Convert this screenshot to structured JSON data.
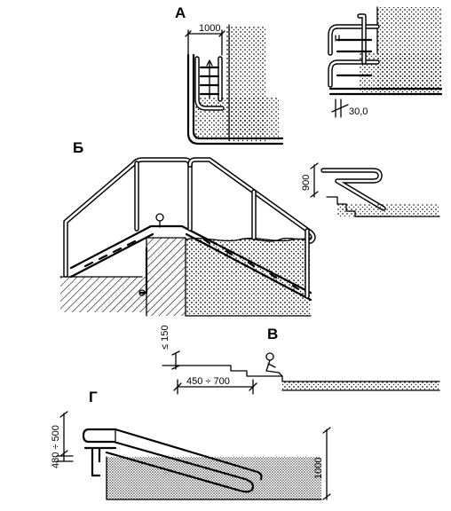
{
  "labels": {
    "section_a": "А",
    "section_b": "Б",
    "section_v": "В",
    "section_g": "Г"
  },
  "dimensions": {
    "a_width": "1000",
    "a_angle": "30,0",
    "b_height": "900",
    "v_step": "≤ 150",
    "v_range": "450 ÷ 700",
    "g_height": "480 ÷ 500",
    "g_depth": "1000"
  }
}
